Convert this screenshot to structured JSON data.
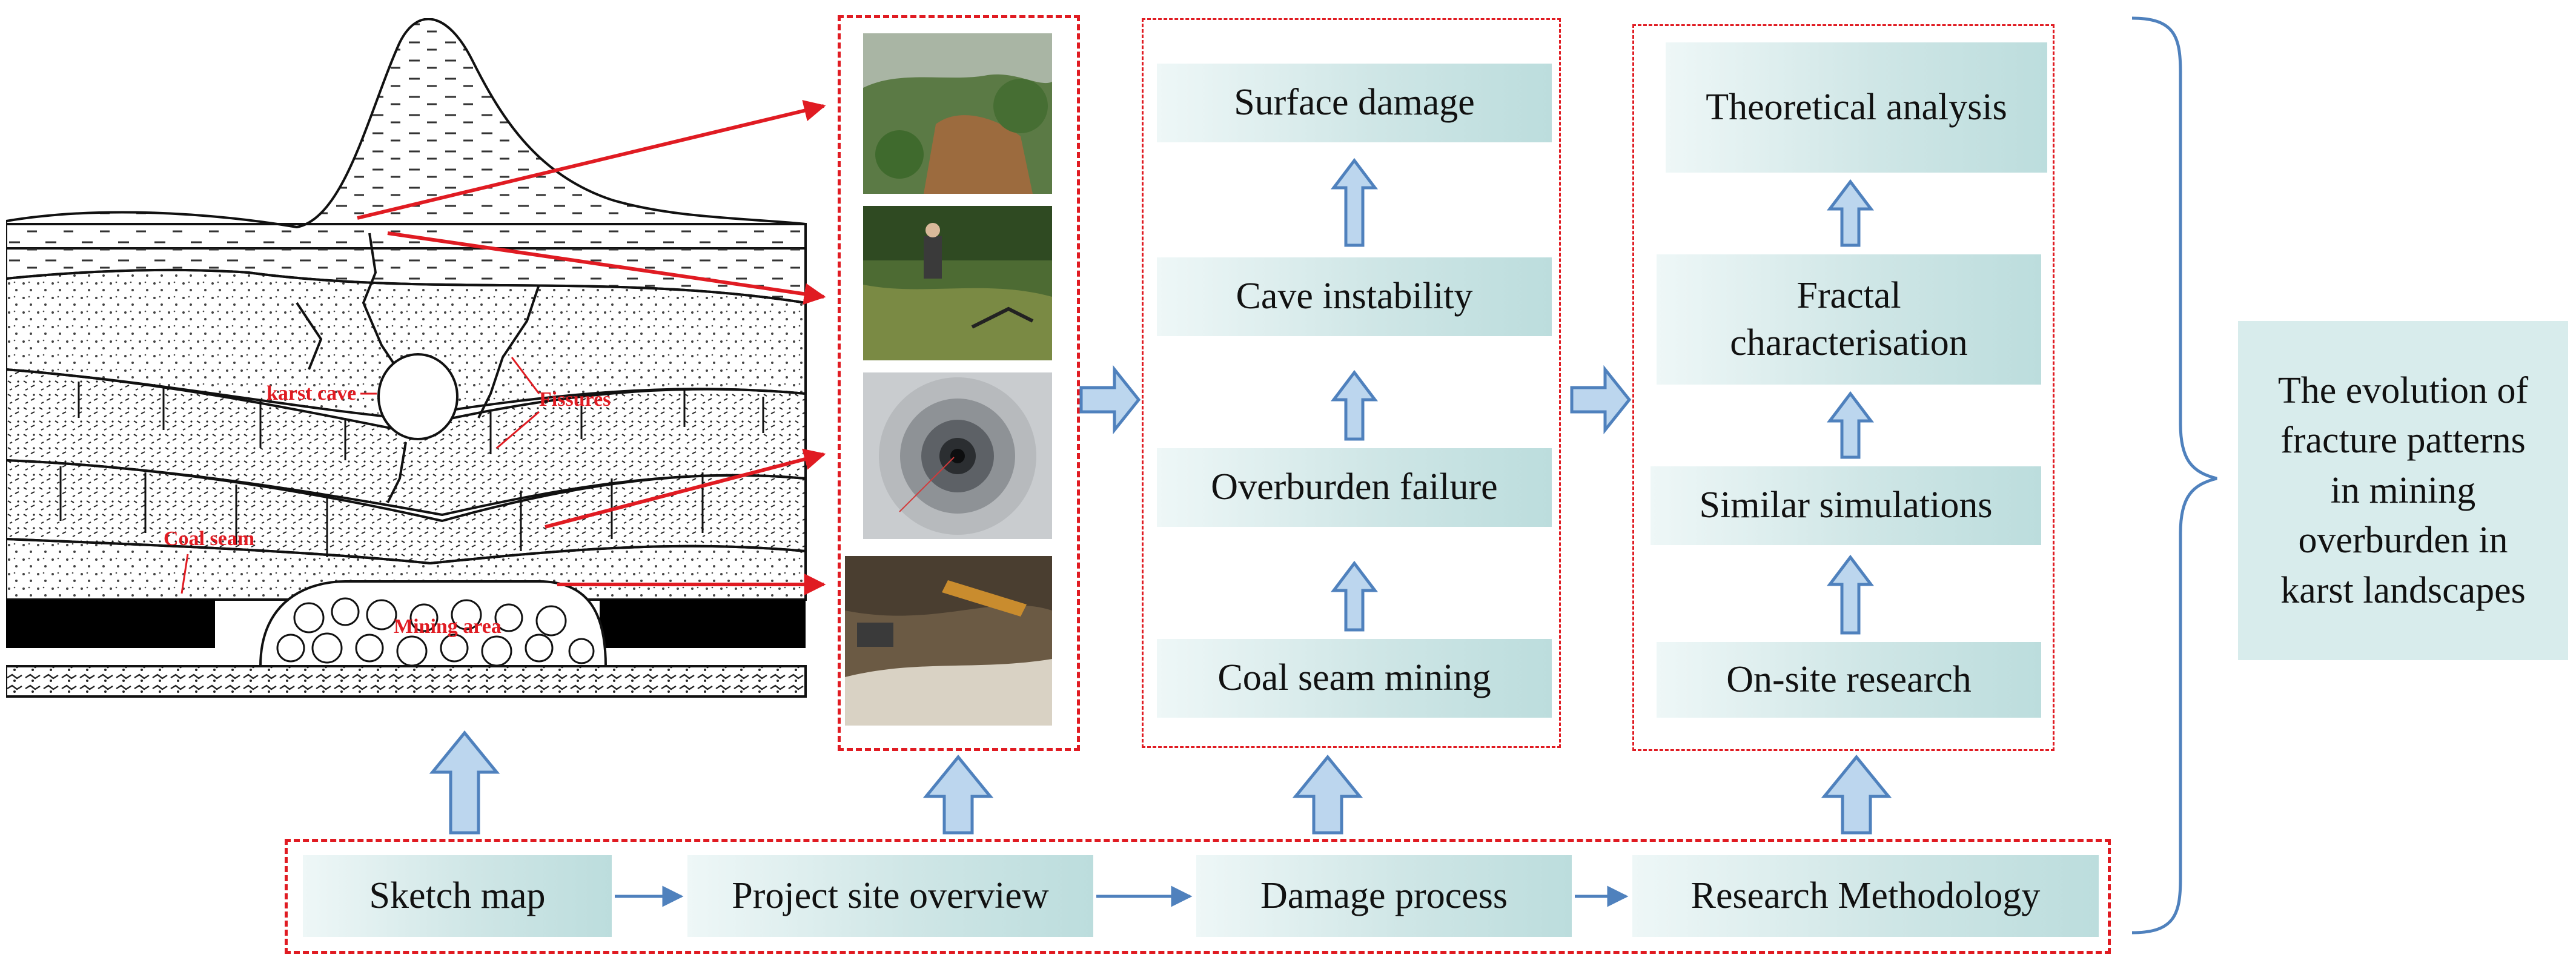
{
  "sketch": {
    "labels": {
      "karst_cave": "karst cave",
      "fissures": "Fissures",
      "coal_seam": "Coal seam",
      "mining_area": "Mining area"
    }
  },
  "process": {
    "steps": [
      "Coal seam mining",
      "Overburden failure",
      "Cave instability",
      "Surface damage"
    ]
  },
  "methodology": {
    "steps": [
      "On-site research",
      "Similar simulations",
      "Fractal characterisation",
      "Theoretical analysis"
    ]
  },
  "summary": "The evolution of fracture patterns in mining overburden in karst landscapes",
  "bottom_flow": [
    "Sketch map",
    "Project site overview",
    "Damage process",
    "Research Methodology"
  ],
  "colors": {
    "accent_red": "#e01b22",
    "box_fill": "#cfe6e6",
    "arrow_fill": "#bcd6ee",
    "arrow_stroke": "#4f81bd"
  }
}
